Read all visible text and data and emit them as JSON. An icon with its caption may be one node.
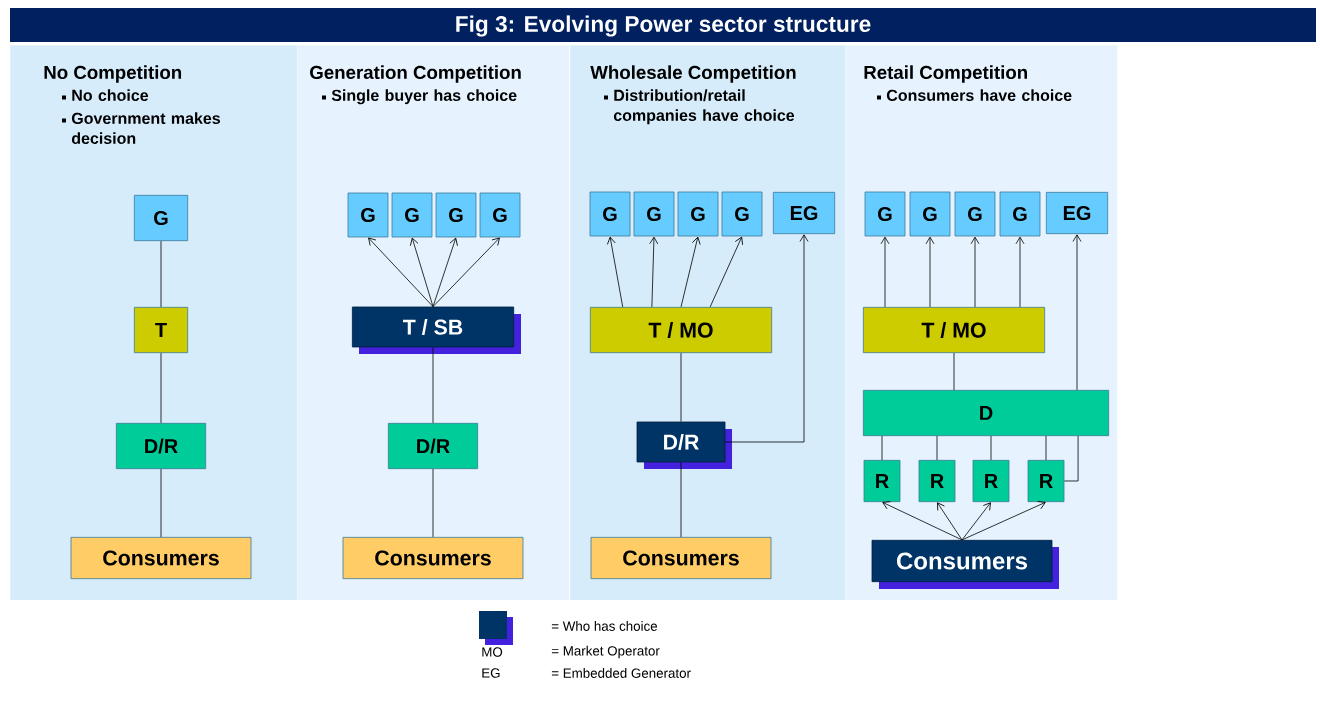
{
  "diagram": {
    "title": "Fig 3: Evolving Power sector structure",
    "nodes": [
      {
        "text": [
          "No Competition",
          "No choice",
          "Government makes decision"
        ]
      },
      {
        "text": [
          "G"
        ],
        "in": 0
      },
      {
        "text": [
          "T"
        ],
        "in": 0
      },
      {
        "text": [
          "D/R"
        ],
        "in": 0
      },
      {
        "text": [
          "Consumers"
        ],
        "in": 0
      },
      {
        "text": [
          "Generation Competition",
          "Single buyer has choice"
        ]
      },
      {
        "text": [
          "G"
        ],
        "in": 5
      },
      {
        "text": [
          "G"
        ],
        "in": 5
      },
      {
        "text": [
          "G"
        ],
        "in": 5
      },
      {
        "text": [
          "G"
        ],
        "in": 5
      },
      {
        "text": [
          "T / SB"
        ],
        "in": 5
      },
      {
        "text": [
          "D/R"
        ],
        "in": 5
      },
      {
        "text": [
          "Consumers"
        ],
        "in": 5
      },
      {
        "text": [
          "Wholesale Competition",
          "Distribution/retail companies have choice"
        ]
      },
      {
        "text": [
          "G"
        ],
        "in": 13
      },
      {
        "text": [
          "G"
        ],
        "in": 13
      },
      {
        "text": [
          "G"
        ],
        "in": 13
      },
      {
        "text": [
          "G"
        ],
        "in": 13
      },
      {
        "text": [
          "EG"
        ],
        "in": 13
      },
      {
        "text": [
          "T / MO"
        ],
        "in": 13
      },
      {
        "text": [
          "D/R"
        ],
        "in": 13
      },
      {
        "text": [
          "Consumers"
        ],
        "in": 13
      },
      {
        "text": [
          "Retail Competition",
          "Consumers have choice"
        ]
      },
      {
        "text": [
          "G"
        ],
        "in": 22
      },
      {
        "text": [
          "G"
        ],
        "in": 22
      },
      {
        "text": [
          "G"
        ],
        "in": 22
      },
      {
        "text": [
          "G"
        ],
        "in": 22
      },
      {
        "text": [
          "EG"
        ],
        "in": 22
      },
      {
        "text": [
          "T / MO"
        ],
        "in": 22
      },
      {
        "text": [
          "D"
        ],
        "in": 22
      },
      {
        "text": [
          "R"
        ],
        "in": 22
      },
      {
        "text": [
          "R"
        ],
        "in": 22
      },
      {
        "text": [
          "R"
        ],
        "in": 22
      },
      {
        "text": [
          "R"
        ],
        "in": 22
      },
      {
        "text": [
          "Consumers"
        ],
        "in": 22
      }
    ],
    "edges": [
      {
        "from": 1,
        "to": 2,
        "arrow": "none"
      },
      {
        "from": 2,
        "to": 3,
        "arrow": "none"
      },
      {
        "from": 3,
        "to": 4,
        "arrow": "none"
      },
      {
        "from": 10,
        "to": 6,
        "arrow": "to"
      },
      {
        "from": 10,
        "to": 7,
        "arrow": "to"
      },
      {
        "from": 10,
        "to": 8,
        "arrow": "to"
      },
      {
        "from": 10,
        "to": 9,
        "arrow": "to"
      },
      {
        "from": 10,
        "to": 11,
        "arrow": "none"
      },
      {
        "from": 11,
        "to": 12,
        "arrow": "none"
      },
      {
        "from": 19,
        "to": 14,
        "arrow": "to"
      },
      {
        "from": 19,
        "to": 15,
        "arrow": "to"
      },
      {
        "from": 19,
        "to": 16,
        "arrow": "to"
      },
      {
        "from": 19,
        "to": 17,
        "arrow": "to"
      },
      {
        "from": 20,
        "to": 19,
        "arrow": "none"
      },
      {
        "from": 20,
        "to": 18,
        "arrow": "to"
      },
      {
        "from": 20,
        "to": 21,
        "arrow": "none"
      },
      {
        "from": 28,
        "to": 23,
        "arrow": "to"
      },
      {
        "from": 28,
        "to": 24,
        "arrow": "to"
      },
      {
        "from": 28,
        "to": 25,
        "arrow": "to"
      },
      {
        "from": 28,
        "to": 26,
        "arrow": "to"
      },
      {
        "from": 29,
        "to": 28,
        "arrow": "none"
      },
      {
        "from": 30,
        "to": 29,
        "arrow": "none"
      },
      {
        "from": 31,
        "to": 29,
        "arrow": "none"
      },
      {
        "from": 32,
        "to": 29,
        "arrow": "none"
      },
      {
        "from": 33,
        "to": 29,
        "arrow": "none"
      },
      {
        "from": 29,
        "to": 27,
        "arrow": "to"
      },
      {
        "from": 33,
        "to": 29,
        "arrow": "none"
      },
      {
        "from": 34,
        "to": 30,
        "arrow": "to"
      },
      {
        "from": 34,
        "to": 31,
        "arrow": "to"
      },
      {
        "from": 34,
        "to": 32,
        "arrow": "to"
      },
      {
        "from": 34,
        "to": 33,
        "arrow": "to"
      }
    ],
    "labels": [
      "MO",
      "= Market Operator",
      "EG",
      "= Embedded Generator"
    ],
    "legend": [
      {
        "text": "= Who has choice",
        "color": "#003366"
      }
    ]
  }
}
